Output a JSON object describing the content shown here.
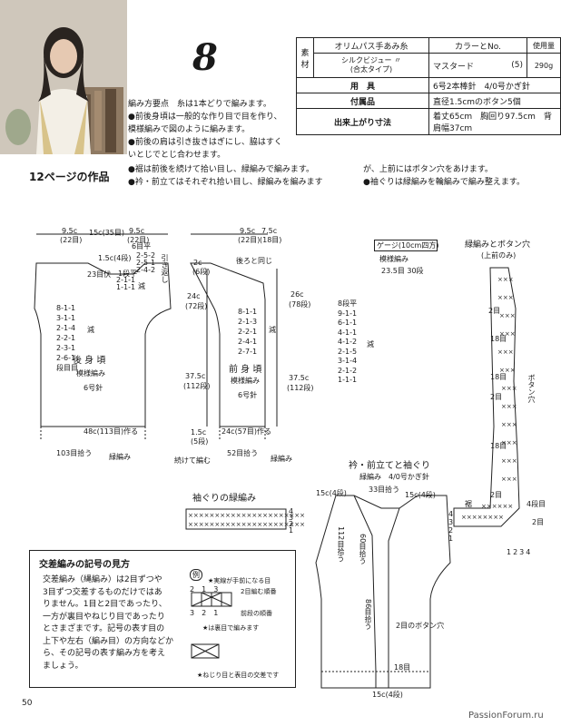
{
  "pattern_number": "8",
  "spec": {
    "material_label": "素材",
    "yarn_header": "オリムパス手あみ糸",
    "color_header": "カラーとNo.",
    "usage_header": "使用量",
    "yarn_name": "シルクビジュー 〃",
    "yarn_sub": "(合太タイプ)",
    "color_name": "マスタード",
    "color_no": "(5)",
    "usage": "290g",
    "tools_label": "用　具",
    "tools": "6号2本棒針　4/0号かぎ針",
    "accessories_label": "付属品",
    "accessories": "直径1.5cmのボタン5個",
    "size_label": "出来上がり寸法",
    "size": "着丈65cm　胸回り97.5cm　背肩幅37cm"
  },
  "instructions": {
    "line1": "編み方要点　糸は1本どりで編みます。",
    "line2": "●前後身頃は一般的な作り目で目を作り、",
    "line3": "模様編みで図のように編みます。",
    "line4": "●前後の肩は引き抜きはぎにし、脇はすく",
    "line5": "いとじでとじ合わせます。",
    "line6": "●裾は前後を続けて拾い目し、緑編みで編みます。",
    "line7": "●衿・前立てはそれぞれ拾い目し、緑編みを編みます",
    "line8": "が、上前にはボタン穴をあけます。",
    "line9": "●袖ぐりは緑編みを輪編みで編み整えます。"
  },
  "source_page": "12ページの作品",
  "back": {
    "title": "後 身 頃",
    "stitch": "模様編み",
    "needle": "6号針",
    "top_left": "9.5c",
    "top_left_rows": "(22目)",
    "top_center": "15c(35目)",
    "top_right": "9.5c",
    "top_right_rows": "(22目)",
    "neck_depth": "1.5c(4段)",
    "neck_sts": "23目伏",
    "shoulder_flat": "6目平",
    "dec1": "2-5-2",
    "dec2": "2-5-1",
    "dec3": "2-4-2",
    "neck1": "1段平",
    "neck2": "2-1-1",
    "neck3": "1-1-1",
    "neck_dec": "減",
    "side_return": "引き返し",
    "arm": [
      "8-1-1",
      "3-1-1",
      "2-1-4",
      "2-2-1",
      "2-3-1",
      "2-6-1",
      "段目目"
    ],
    "arm_dec": "減",
    "bottom": "48c(113目)作る",
    "hem_pick": "103目拾う",
    "hem_stitch": "緑編み"
  },
  "front": {
    "title": "前 身 頃",
    "stitch": "模様編み",
    "needle": "6号針",
    "top_left": "9.5c",
    "top_left_rows": "(22目)",
    "top_right": "7.5c",
    "top_right_rows": "(18目)",
    "shoulder_note": "後ろと同じ",
    "front_top": "2c",
    "front_top_rows": "(6段)",
    "arm_h": "24c",
    "arm_h_rows": "(72段)",
    "body_h": "37.5c",
    "body_h_rows": "(112段)",
    "arm": [
      "8-1-1",
      "2-1-3",
      "2-2-1",
      "2-4-1",
      "2-7-1"
    ],
    "arm_dec": "減",
    "hem_h": "1.5c",
    "hem_h_rows": "(5段)",
    "bottom": "24c(57目)作る",
    "hem_pick": "52目拾う",
    "hem_stitch": "緑編み",
    "joined": "続けて編む"
  },
  "neckline": {
    "h1": "26c",
    "h1_rows": "(78段)",
    "h2": "37.5c",
    "h2_rows": "(112段)",
    "dec": [
      "8段平",
      "9-1-1",
      "6-1-1",
      "4-1-1",
      "4-1-2",
      "2-1-5",
      "3-1-4",
      "2-1-2",
      "1-1-1"
    ],
    "dec_label": "減"
  },
  "gauge": {
    "title": "ゲージ(10cm四方)",
    "stitch": "模様編み",
    "value": "23.5目 30段"
  },
  "band": {
    "title": "緑編みとボタン穴",
    "subtitle": "(上前のみ)",
    "l1": "2目",
    "l2": "18目",
    "l3": "18目",
    "l4": "2目",
    "l5": "18目",
    "l6": "2目",
    "buttonhole": "ボタン穴",
    "shoulder": "裾",
    "rows": "4段目",
    "rows_nums": [
      "4",
      "3",
      "2",
      "1"
    ],
    "bottom_nums": "1234",
    "slip": "2目"
  },
  "armhole": {
    "title": "袖ぐりの緑編み",
    "rows": [
      "4",
      "3",
      "2",
      "1"
    ]
  },
  "collar": {
    "title": "衿・前立てと袖ぐり",
    "stitch": "緑編み　4/0号かぎ針",
    "top_left": "15c(4段)",
    "top_center": "33目拾う",
    "top_right": "15c(4段)",
    "arm_pick": "112目拾う",
    "neck_pick": "60目拾う",
    "front_pick": "86目拾う",
    "hole_label": "2目のボタン穴",
    "hem_pick": "18目",
    "bottom": "15c(4段)"
  },
  "key": {
    "title": "交差編みの記号の見方",
    "body": [
      "交差編み（縄編み）は2目ずつや",
      "3目ずつ交差するものだけではあ",
      "りません。1目と2目であったり、",
      "一方が裏目やねじり目であったり",
      "とさまざまです。記号の表す目の",
      "上下や左右（編み目）の方向などか",
      "ら、その記号の表す編み方を考え",
      "ましょう。"
    ],
    "example": "例",
    "note1": "★実線が手前になる目",
    "note2": "2目編む順番",
    "note3": "前段の順番",
    "note4": "★は裏目で編みます",
    "note5": "★ねじり目と表目の交差です",
    "nums_top": [
      "2",
      "1",
      "3"
    ],
    "nums_bottom": [
      "3",
      "2",
      "1"
    ]
  },
  "page_number": "50",
  "watermark": "PassionForum.ru"
}
